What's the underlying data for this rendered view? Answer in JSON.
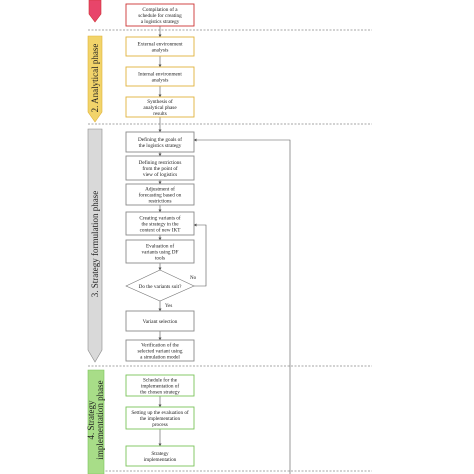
{
  "colors": {
    "phase1_border": "#cc3333",
    "phase1_fill": "#e8456a",
    "phase2_border": "#e0b23a",
    "phase2_fill": "#f2d46a",
    "phase3_border": "#8a8a8a",
    "phase3_fill": "#d9d9d9",
    "phase4_border": "#7ac35a",
    "phase4_fill": "#a8dd88",
    "line": "#555555",
    "divider": "#888888"
  },
  "phases": {
    "analytical": "2. Analytical phase",
    "formulation": "3. Strategy formulation phase",
    "implementation_line1": "4. Strategy",
    "implementation_line2": "implementation phase"
  },
  "boxes": {
    "compilation": [
      "Compilation of a",
      "schedule for creating",
      "a logistics strategy"
    ],
    "external": [
      "External environment",
      "analysis"
    ],
    "internal": [
      "Internal environment",
      "analysis"
    ],
    "synthesis": [
      "Synthesis of",
      "analytical phase",
      "results"
    ],
    "goals": [
      "Defining the goals of",
      "the logistics strategy"
    ],
    "restrictions": [
      "Defining restrictions",
      "from the point of",
      "view of logistics"
    ],
    "adjustment": [
      "Adjustment of",
      "forecasting based on",
      "restrictions"
    ],
    "variants": [
      "Creating variants of",
      "the strategy in the",
      "context of new IKT"
    ],
    "evaluation": [
      "Evaluation of",
      "variants using DF",
      "tools"
    ],
    "decision": "Do the variants suit?",
    "decision_yes": "Yes",
    "decision_no": "No",
    "selection": [
      "Variant selection"
    ],
    "verification": [
      "Verification of the",
      "selected variant using",
      "a simulation model"
    ],
    "schedule": [
      "Schedule for the",
      "implementation of",
      "the chosen strategy"
    ],
    "setting": [
      "Setting up the evaluation of",
      "the implementation",
      "process"
    ],
    "implementation": [
      "Strategy",
      "implementation"
    ]
  }
}
